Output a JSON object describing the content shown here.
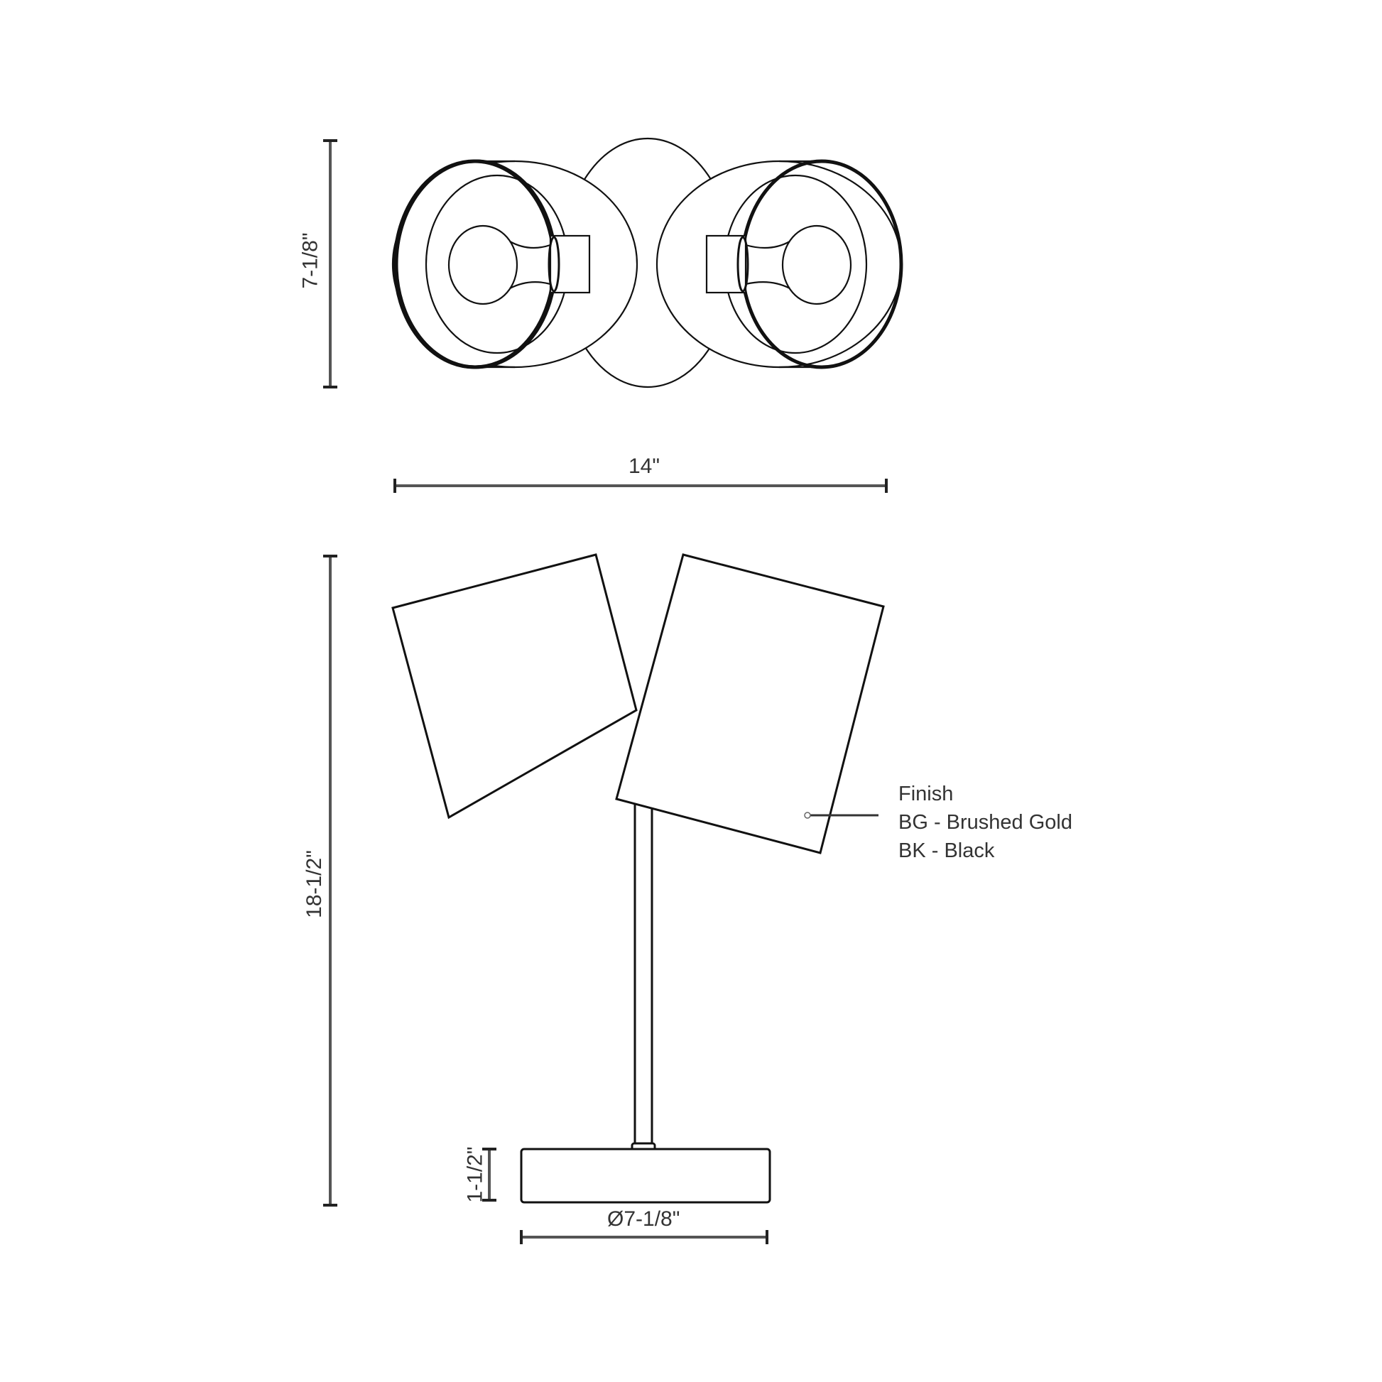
{
  "drawing": {
    "title": "Twin-shade table lamp dimension drawing",
    "top_view": {
      "depth_label": "7-1/8\"",
      "width_label": "14\""
    },
    "side_view": {
      "height_label": "18-1/2\"",
      "base_height_label": "1-1/2\"",
      "base_diameter_label": "Ø7-1/8\""
    },
    "finish_legend": {
      "heading": "Finish",
      "options": [
        {
          "code": "BG",
          "name": "Brushed Gold",
          "text": "BG - Brushed Gold"
        },
        {
          "code": "BK",
          "name": "Black",
          "text": "BK - Black"
        }
      ]
    },
    "colors": {
      "background": "#ffffff",
      "line": "#111111",
      "dimension_line": "#555555",
      "text": "#333333"
    }
  }
}
